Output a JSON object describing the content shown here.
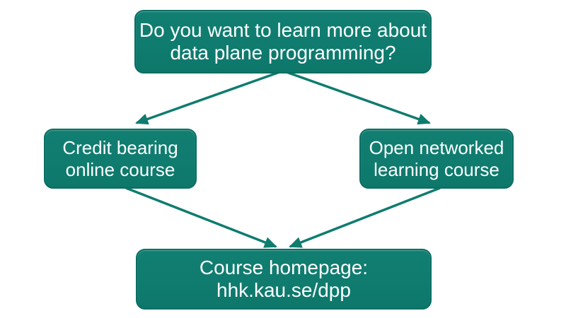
{
  "diagram": {
    "type": "flowchart",
    "background": "#ffffff",
    "colors": {
      "node_fill": "#0f7c6f",
      "node_border": "#0b6e63",
      "arrow": "#0f7c6f",
      "text": "#ffffff"
    },
    "nodes": [
      {
        "id": "question",
        "line1": "Do you want to learn more about",
        "line2": "data plane programming?"
      },
      {
        "id": "credit",
        "line1": "Credit bearing",
        "line2": "online course"
      },
      {
        "id": "open",
        "line1": "Open networked",
        "line2": "learning course"
      },
      {
        "id": "homepage",
        "line1": "Course homepage:",
        "line2": "hhk.kau.se/dpp"
      }
    ],
    "edges": [
      {
        "from": "question",
        "to": "credit"
      },
      {
        "from": "question",
        "to": "open"
      },
      {
        "from": "credit",
        "to": "homepage"
      },
      {
        "from": "open",
        "to": "homepage"
      }
    ]
  }
}
